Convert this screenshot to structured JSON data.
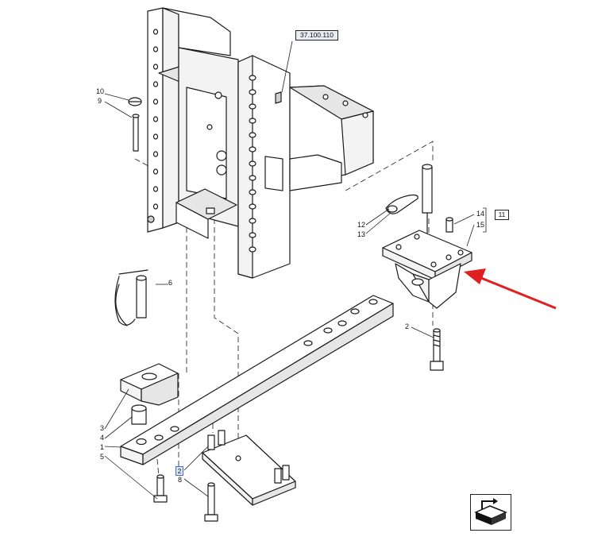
{
  "diagram": {
    "reference_code": "37.100.110",
    "group_box": "11",
    "highlighted_callout": "2",
    "callouts": {
      "c1": "1",
      "c2a": "2",
      "c3": "3",
      "c4": "4",
      "c5": "5",
      "c6": "6",
      "c8": "8",
      "c9": "9",
      "c10": "10",
      "c12": "12",
      "c13": "13",
      "c14": "14",
      "c15": "15"
    },
    "arrow_color": "#e02020",
    "nav_icon": "navigate-page-icon"
  }
}
